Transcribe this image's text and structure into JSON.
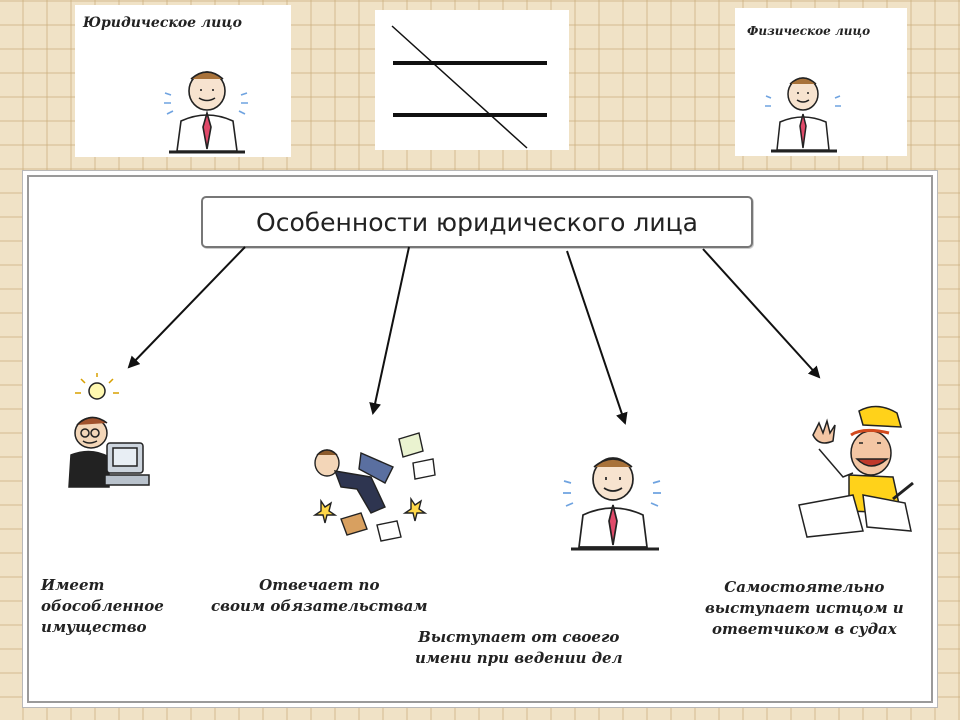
{
  "cards": {
    "legal_entity": "Юридическое лицо",
    "natural_person": "Физическое лицо"
  },
  "diagram": {
    "title": "Особенности юридического лица",
    "features": [
      "Имеет\nобособленное\nимущество",
      "Отвечает по\nсвоим обязательствам",
      "Выступает от своего\nимени при ведении дел",
      "Самостоятельно\nвыступает истцом и\nответчиком в судах"
    ]
  },
  "colors": {
    "background": "#f0e2c6",
    "panel": "#ffffff",
    "arrow": "#111111"
  },
  "icons": [
    "businessman-icon",
    "strike-sign-icon",
    "idea-computer-icon",
    "falling-papers-icon",
    "waving-man-icon"
  ]
}
